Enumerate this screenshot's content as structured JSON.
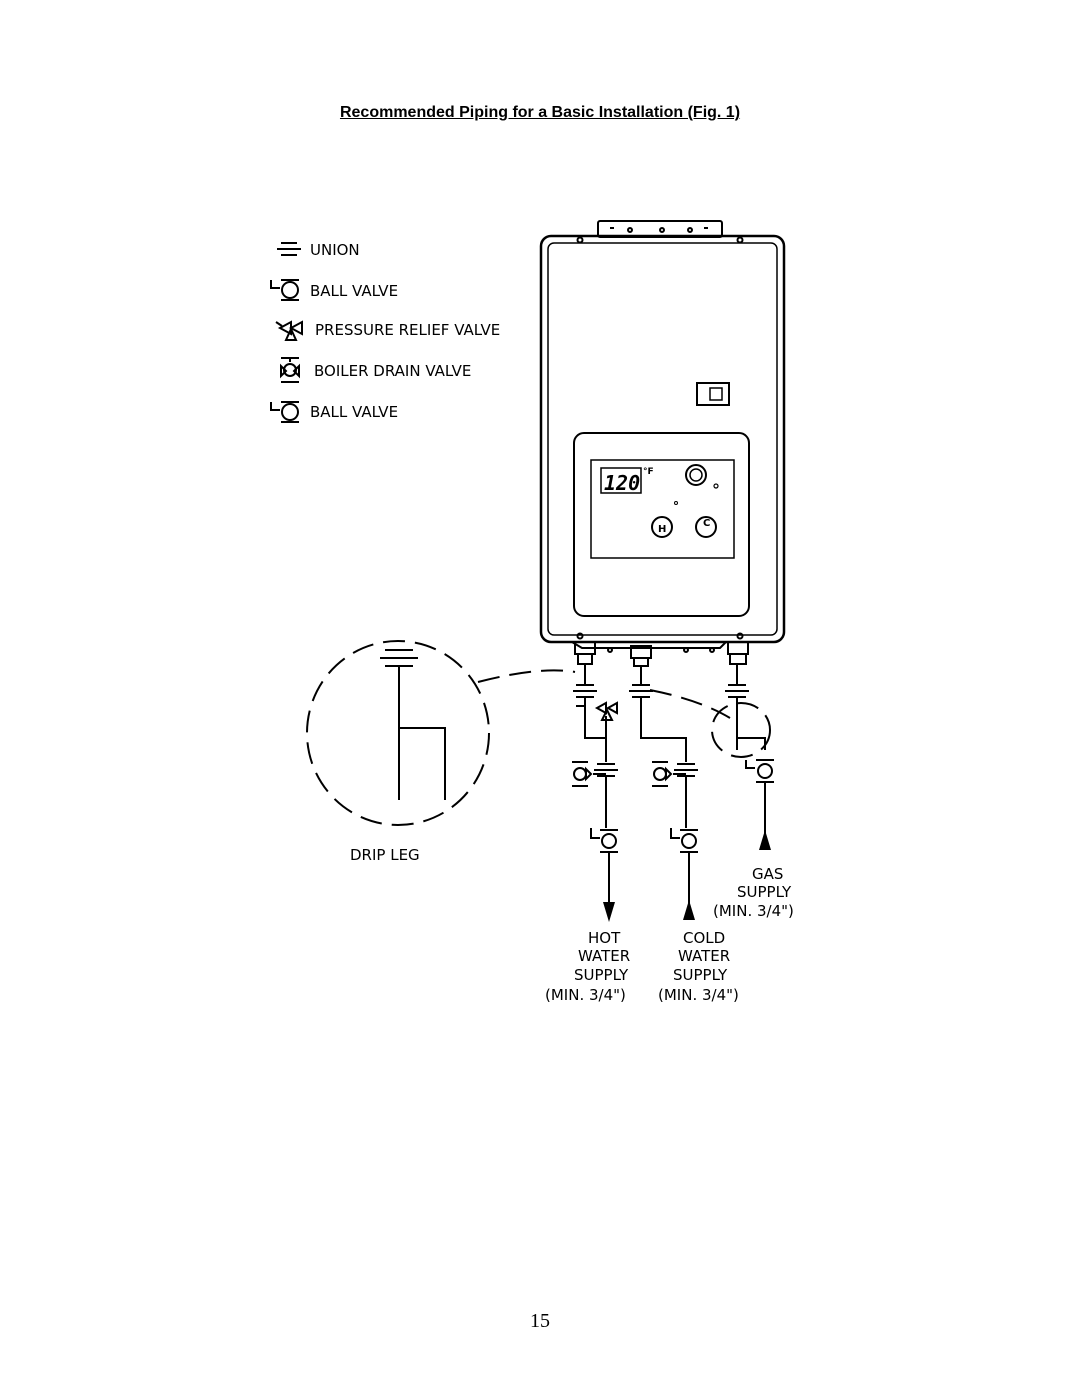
{
  "title": "Recommended Piping for a Basic Installation (Fig. 1)",
  "legend": {
    "union": "UNION",
    "ball_valve_1": "BALL VALVE",
    "pressure_relief": "PRESSURE RELIEF VALVE",
    "boiler_drain": "BOILER DRAIN VALVE",
    "ball_valve_2": "BALL VALVE"
  },
  "heater": {
    "display_value": "120",
    "unit": "°F",
    "hot_key": "H",
    "cold_key": "C"
  },
  "labels": {
    "drip_leg": "DRIP LEG",
    "gas_1": "GAS",
    "gas_2": "SUPPLY",
    "gas_3": "(MIN. 3/4\")",
    "hot_1": "HOT",
    "hot_2": "WATER",
    "hot_3": "SUPPLY",
    "hot_4": "(MIN. 3/4\")",
    "cold_1": "COLD",
    "cold_2": "WATER",
    "cold_3": "SUPPLY",
    "cold_4": "(MIN. 3/4\")"
  },
  "page_number": "15"
}
